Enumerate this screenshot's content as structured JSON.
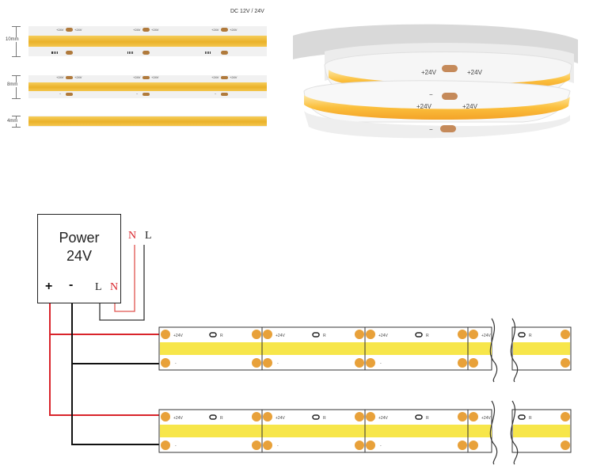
{
  "dimension_drawing": {
    "voltage_label": "DC 12V / 24V",
    "widths": [
      "10mm",
      "8mm",
      "4mm"
    ],
    "pad_label_pos": "+24V",
    "pad_label_pos_alt": "+24V",
    "pad_label_neg": "−"
  },
  "photo": {
    "label_pos_left": "+24V",
    "label_pos_right": "+24V",
    "label_neg": "−"
  },
  "power_supply": {
    "title": "Power",
    "voltage": "24V",
    "plus": "+",
    "minus": "-",
    "input_l_inside": "L",
    "input_n_inside": "N",
    "input_n_top": "N",
    "input_l_top": "L"
  },
  "strip_segments": {
    "pos_label": "+24V",
    "resistor_label": "R",
    "neg_label": "-"
  },
  "colors": {
    "wire_positive": "#d9242b",
    "wire_negative": "#111111",
    "wire_neutral": "#e0534f",
    "strip_yellow": "#f7e64a",
    "pad_orange": "#e8a13a"
  }
}
